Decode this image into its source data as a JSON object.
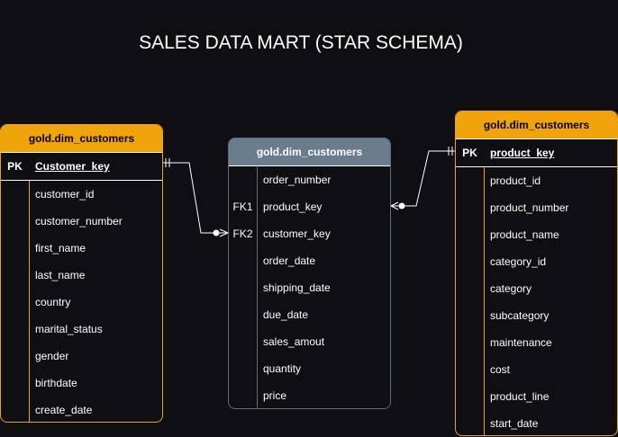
{
  "title": "SALES DATA MART (STAR SCHEMA)",
  "colors": {
    "orange_header": "#f0a30a",
    "grey_header": "#6b7c8d",
    "background": "#0f0e13"
  },
  "left_table": {
    "header": "gold.dim_customers",
    "pk_label": "PK",
    "pk_field": "Customer_key",
    "fields": [
      "customer_id",
      "customer_number",
      "first_name",
      "last_name",
      "country",
      "marital_status",
      "gender",
      "birthdate",
      "create_date"
    ]
  },
  "center_table": {
    "header": "gold.dim_customers",
    "rows": [
      {
        "key": "",
        "name": "order_number"
      },
      {
        "key": "FK1",
        "name": "product_key"
      },
      {
        "key": "FK2",
        "name": "customer_key"
      },
      {
        "key": "",
        "name": "order_date"
      },
      {
        "key": "",
        "name": "shipping_date"
      },
      {
        "key": "",
        "name": "due_date"
      },
      {
        "key": "",
        "name": "sales_amout"
      },
      {
        "key": "",
        "name": "quantity"
      },
      {
        "key": "",
        "name": "price"
      }
    ]
  },
  "right_table": {
    "header": "gold.dim_customers",
    "pk_label": "PK",
    "pk_field": "product_key",
    "fields": [
      "product_id",
      "product_number",
      "product_name",
      "category_id",
      "category",
      "subcategory",
      "maintenance",
      "cost",
      "product_line",
      "start_date"
    ]
  }
}
